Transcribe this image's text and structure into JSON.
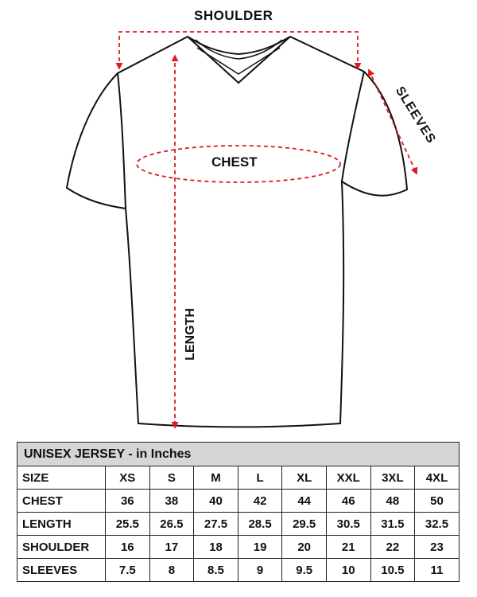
{
  "diagram": {
    "labels": {
      "shoulder": "SHOULDER",
      "chest": "CHEST",
      "length": "LENGTH",
      "sleeves": "SLEEVES"
    },
    "measure_color": "#e0191f",
    "outline_color": "#111111"
  },
  "table": {
    "title": "UNISEX JERSEY - in Inches",
    "header_bg": "#d6d6d6",
    "rows": [
      {
        "label": "SIZE",
        "values": [
          "XS",
          "S",
          "M",
          "L",
          "XL",
          "XXL",
          "3XL",
          "4XL"
        ]
      },
      {
        "label": "CHEST",
        "values": [
          "36",
          "38",
          "40",
          "42",
          "44",
          "46",
          "48",
          "50"
        ]
      },
      {
        "label": "LENGTH",
        "values": [
          "25.5",
          "26.5",
          "27.5",
          "28.5",
          "29.5",
          "30.5",
          "31.5",
          "32.5"
        ]
      },
      {
        "label": "SHOULDER",
        "values": [
          "16",
          "17",
          "18",
          "19",
          "20",
          "21",
          "22",
          "23"
        ]
      },
      {
        "label": "SLEEVES",
        "values": [
          "7.5",
          "8",
          "8.5",
          "9",
          "9.5",
          "10",
          "10.5",
          "11"
        ]
      }
    ]
  }
}
